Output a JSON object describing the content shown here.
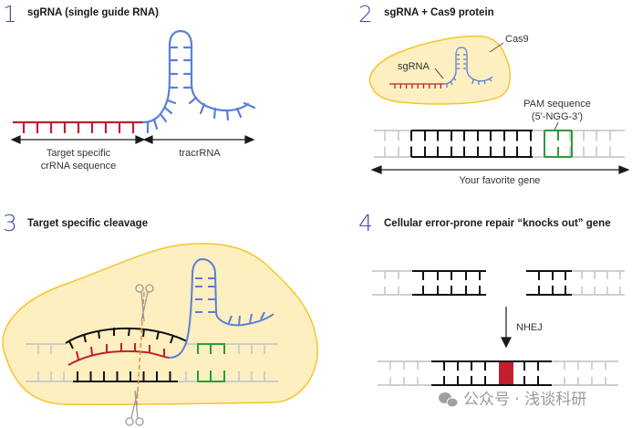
{
  "colors": {
    "accent_number": "#3d4f9f",
    "crRNA": "#c0202f",
    "tracrRNA": "#5b7fd6",
    "dna_background": "#c8c8c8",
    "dna_target": "#111111",
    "pam": "#2e9a3a",
    "cas9_fill": "#fdefc0",
    "cas9_stroke": "#f5c52a",
    "cut_line": "#f08a3c",
    "insertion": "#c2202e",
    "scissors": "#9a9a9a"
  },
  "panels": [
    {
      "number": "1",
      "title": "sgRNA (single guide RNA)",
      "labels": {
        "crRNA_line1": "Target specific",
        "crRNA_line2": "crRNA sequence",
        "tracrRNA": "tracrRNA"
      }
    },
    {
      "number": "2",
      "title": "sgRNA + Cas9 protein",
      "labels": {
        "cas9": "Cas9",
        "sgRNA": "sgRNA",
        "pam_line1": "PAM sequence",
        "pam_line2": "(5'-NGG-3')",
        "gene": "Your favorite gene"
      }
    },
    {
      "number": "3",
      "title": "Target specific cleavage",
      "labels": {}
    },
    {
      "number": "4",
      "title": "Cellular error-prone repair “knocks out” gene",
      "labels": {
        "nhej": "NHEJ"
      }
    }
  ],
  "watermark": {
    "icon": "wechat-icon",
    "text": "公众号 · 浅谈科研"
  }
}
